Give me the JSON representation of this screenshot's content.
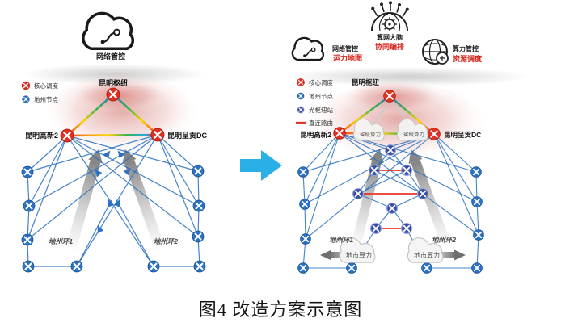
{
  "caption": "图4 改造方案示意图",
  "left_panel": {
    "cloud_label": "网络管控",
    "legend": [
      {
        "label": "核心调度"
      },
      {
        "label": "地州节点"
      }
    ],
    "hub_label": "昆明枢纽",
    "west_label": "昆明高新2",
    "east_label": "昆明呈贡DC",
    "ring1_label": "地州环1",
    "ring2_label": "地州环2"
  },
  "right_panel": {
    "top_services": [
      {
        "icon": "cloud-icon",
        "title": "网络管控",
        "subtitle": "运力地图"
      },
      {
        "icon": "brain-icon",
        "title": "算网大脑",
        "subtitle": "协同编排"
      },
      {
        "icon": "globe-icon",
        "title": "算力管控",
        "subtitle": "资源调度"
      }
    ],
    "legend": [
      {
        "label": "核心调度"
      },
      {
        "label": "地州节点"
      },
      {
        "label": "光枢纽站"
      },
      {
        "label": "直连路由"
      }
    ],
    "hub_label": "昆明枢纽",
    "west_label": "昆明高新2",
    "east_label": "昆明呈贡DC",
    "provincial_cloud_label": "省级算力",
    "city_cloud_label": "地市算力",
    "ring1_label": "地州环1",
    "ring2_label": "地州环2"
  },
  "colors": {
    "core_node": "#e03022",
    "prefecture_node": "#2b72c2",
    "optical_node": "#3a4fa0",
    "direct_route": "#e8342a",
    "transform_arrow": "#29b0e6",
    "highlight_text": "#d61f17"
  }
}
